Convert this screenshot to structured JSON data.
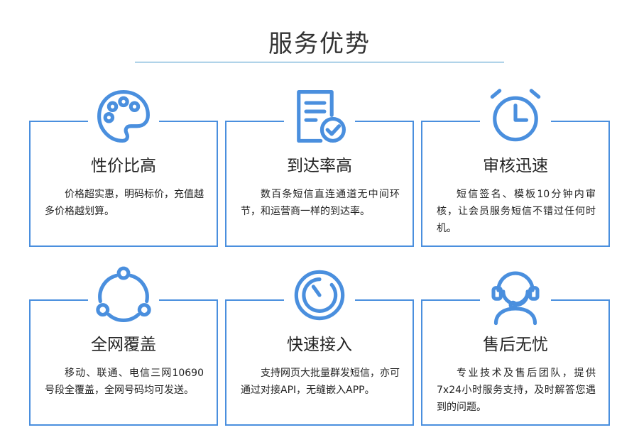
{
  "page": {
    "title": "服务优势",
    "accent_color": "#4a8fde",
    "line_color": "#3f95c9"
  },
  "cards": [
    {
      "icon": "palette-icon",
      "title": "性价比高",
      "desc": "价格超实惠，明码标价，充值越多价格越划算。"
    },
    {
      "icon": "document-check-icon",
      "title": "到达率高",
      "desc": "数百条短信直连通道无中间环节，和运营商一样的到达率。"
    },
    {
      "icon": "alarm-clock-icon",
      "title": "审核迅速",
      "desc": "短信签名、模板10分钟内审核，让会员服务短信不错过任何时机。"
    },
    {
      "icon": "network-icon",
      "title": "全网覆盖",
      "desc": "移动、联通、电信三网10690号段全覆盖，全网号码均可发送。"
    },
    {
      "icon": "speed-timer-icon",
      "title": "快速接入",
      "desc": "支持网页大批量群发短信，亦可通过对接API，无缝嵌入APP。"
    },
    {
      "icon": "customer-service-icon",
      "title": "售后无忧",
      "desc": "专业技术及售后团队，提供7x24小时服务支持，及时解答您遇到的问题。"
    }
  ]
}
